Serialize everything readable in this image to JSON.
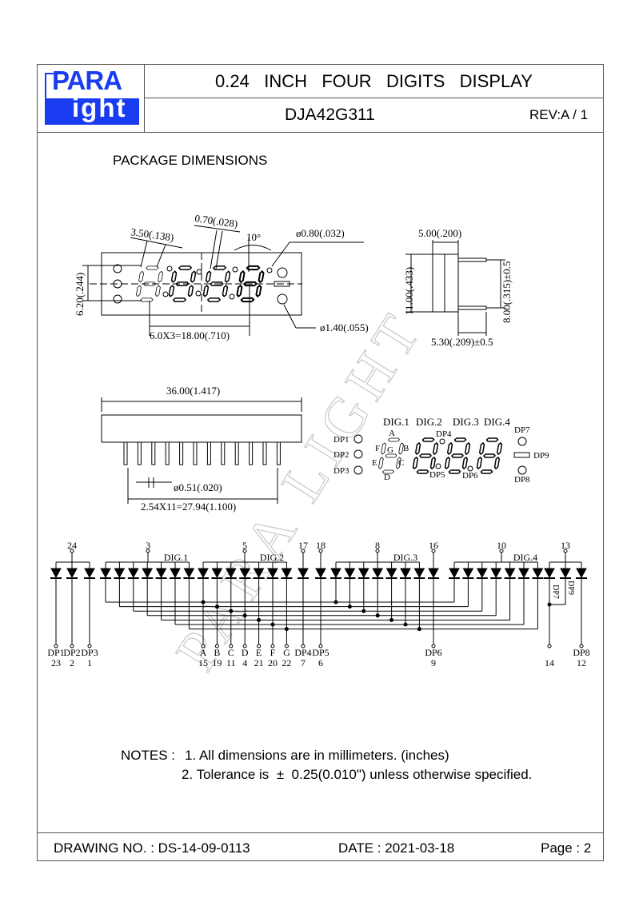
{
  "header": {
    "logo_text_top": "PARA",
    "logo_text_bottom": "ight",
    "logo_color": "#1a3cf0",
    "title": "0.24   INCH   FOUR   DIGITS   DISPLAY",
    "part_number": "DJA42G311",
    "revision": "REV:A / 1"
  },
  "section_title": "PACKAGE DIMENSIONS",
  "front_view": {
    "dim_width_digit": "3.50(.138)",
    "dim_segment": "0.70(.028)",
    "dim_angle": "10°",
    "dim_dp_hole": "ø0.80(.032)",
    "dim_height": "6.20(.244)",
    "dim_pitch": "6.0X3=18.00(.710)",
    "dim_led_hole": "ø1.40(.055)"
  },
  "side_view": {
    "dim_depth": "5.00(.200)",
    "dim_height": "11.00(.433)",
    "dim_pin_span": "8.00(.315)±0.5",
    "dim_pin_length": "5.30(.209)±0.5"
  },
  "bottom_view": {
    "dim_length": "36.00(1.417)",
    "dim_pin_dia": "ø0.51(.020)",
    "dim_pin_pitch": "2.54X11=27.94(1.100)"
  },
  "segment_map": {
    "digits": [
      "DIG.1",
      "DIG.2",
      "DIG.3",
      "DIG.4"
    ],
    "segments": [
      "A",
      "B",
      "C",
      "D",
      "E",
      "F",
      "G"
    ],
    "dps": [
      "DP1",
      "DP2",
      "DP3",
      "DP4",
      "DP5",
      "DP6",
      "DP7",
      "DP8",
      "DP9"
    ]
  },
  "schematic": {
    "top_pins": [
      "24",
      "3",
      "5",
      "17",
      "18",
      "8",
      "16",
      "10",
      "13"
    ],
    "digit_labels": [
      "DIG.1",
      "DIG.2",
      "DIG.3",
      "DIG.4"
    ],
    "bottom_labels": [
      "DP1",
      "DP2",
      "DP3",
      "A",
      "B",
      "C",
      "D",
      "E",
      "F",
      "G",
      "DP4",
      "DP5",
      "DP6",
      "DP8"
    ],
    "bottom_pins": [
      "23",
      "2",
      "1",
      "15",
      "19",
      "11",
      "4",
      "21",
      "20",
      "22",
      "7",
      "6",
      "9",
      "12"
    ],
    "pin_14": "14",
    "vertical_labels": [
      "DP7",
      "DP9"
    ]
  },
  "notes": {
    "label": "NOTES :",
    "items": [
      "1. All dimensions are in millimeters. (inches)",
      "2. Tolerance is  ±  0.25(0.010\") unless otherwise specified."
    ]
  },
  "footer": {
    "drawing_no": "DRAWING NO. : DS-14-09-0113",
    "date": "DATE : 2021-03-18",
    "page": "Page : 2"
  },
  "watermark": "PARA LIGHT"
}
